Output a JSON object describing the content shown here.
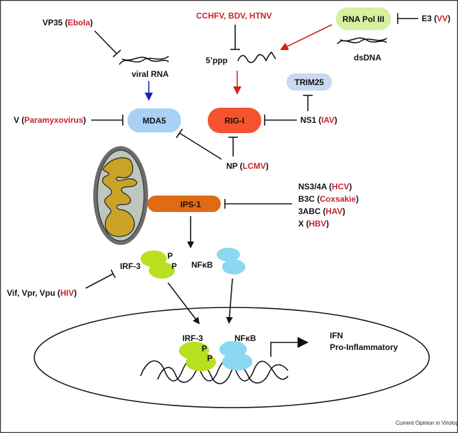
{
  "title": "Viral antagonism of RIG-I-like receptor signaling",
  "credit": "Current Opinion in Virology",
  "colors": {
    "virus_red": "#c8232c",
    "rigi": "#f4532f",
    "mda5": "#a9d1f5",
    "trim25": "#c9d9f1",
    "rnapol": "#d4f0a0",
    "ips1": "#e06b12",
    "irf3": "#b8e01e",
    "nfkb": "#8ad8f2",
    "mito_outer": "#6c6c6c",
    "mito_fill": "#bfc6bd",
    "mito_cristae": "#c9a227",
    "activation_blue": "#1626b8",
    "activation_red": "#d42020"
  },
  "nodes": {
    "mda5": "MDA5",
    "rigi": "RIG-I",
    "trim25": "TRIM25",
    "rnapol": "RNA Pol III",
    "ips1": "IPS-1",
    "irf3": "IRF-3",
    "nfkb": "NFκB",
    "irf3_nuc": "IRF-3",
    "nfkb_nuc": "NFκB",
    "phospho": "P"
  },
  "ligands": {
    "viral_rna": "viral RNA",
    "ppp_rna": "5’ppp",
    "dsdna": "dsDNA"
  },
  "output": {
    "line1": "IFN",
    "line2": "Pro-Inflammatory"
  },
  "inhibitors": {
    "vp35": {
      "protein": "VP35",
      "virus": "Ebola"
    },
    "cchfv": {
      "virus": "CCHFV, BDV, HTNV"
    },
    "e3": {
      "protein": "E3",
      "virus": "VV"
    },
    "v": {
      "protein": "V",
      "virus": "Paramyxovirus"
    },
    "ns1": {
      "protein": "NS1",
      "virus": "IAV"
    },
    "np": {
      "protein": "NP",
      "virus": "LCMV"
    },
    "ns34a": {
      "protein": "NS3/4A",
      "virus": "HCV"
    },
    "b3c": {
      "protein": "B3C",
      "virus": "Coxsakie"
    },
    "abc3": {
      "protein": "3ABC",
      "virus": "HAV"
    },
    "x": {
      "protein": "X",
      "virus": "HBV"
    },
    "hiv": {
      "protein": "Vif, Vpr, Vpu",
      "virus": "HIV"
    }
  }
}
